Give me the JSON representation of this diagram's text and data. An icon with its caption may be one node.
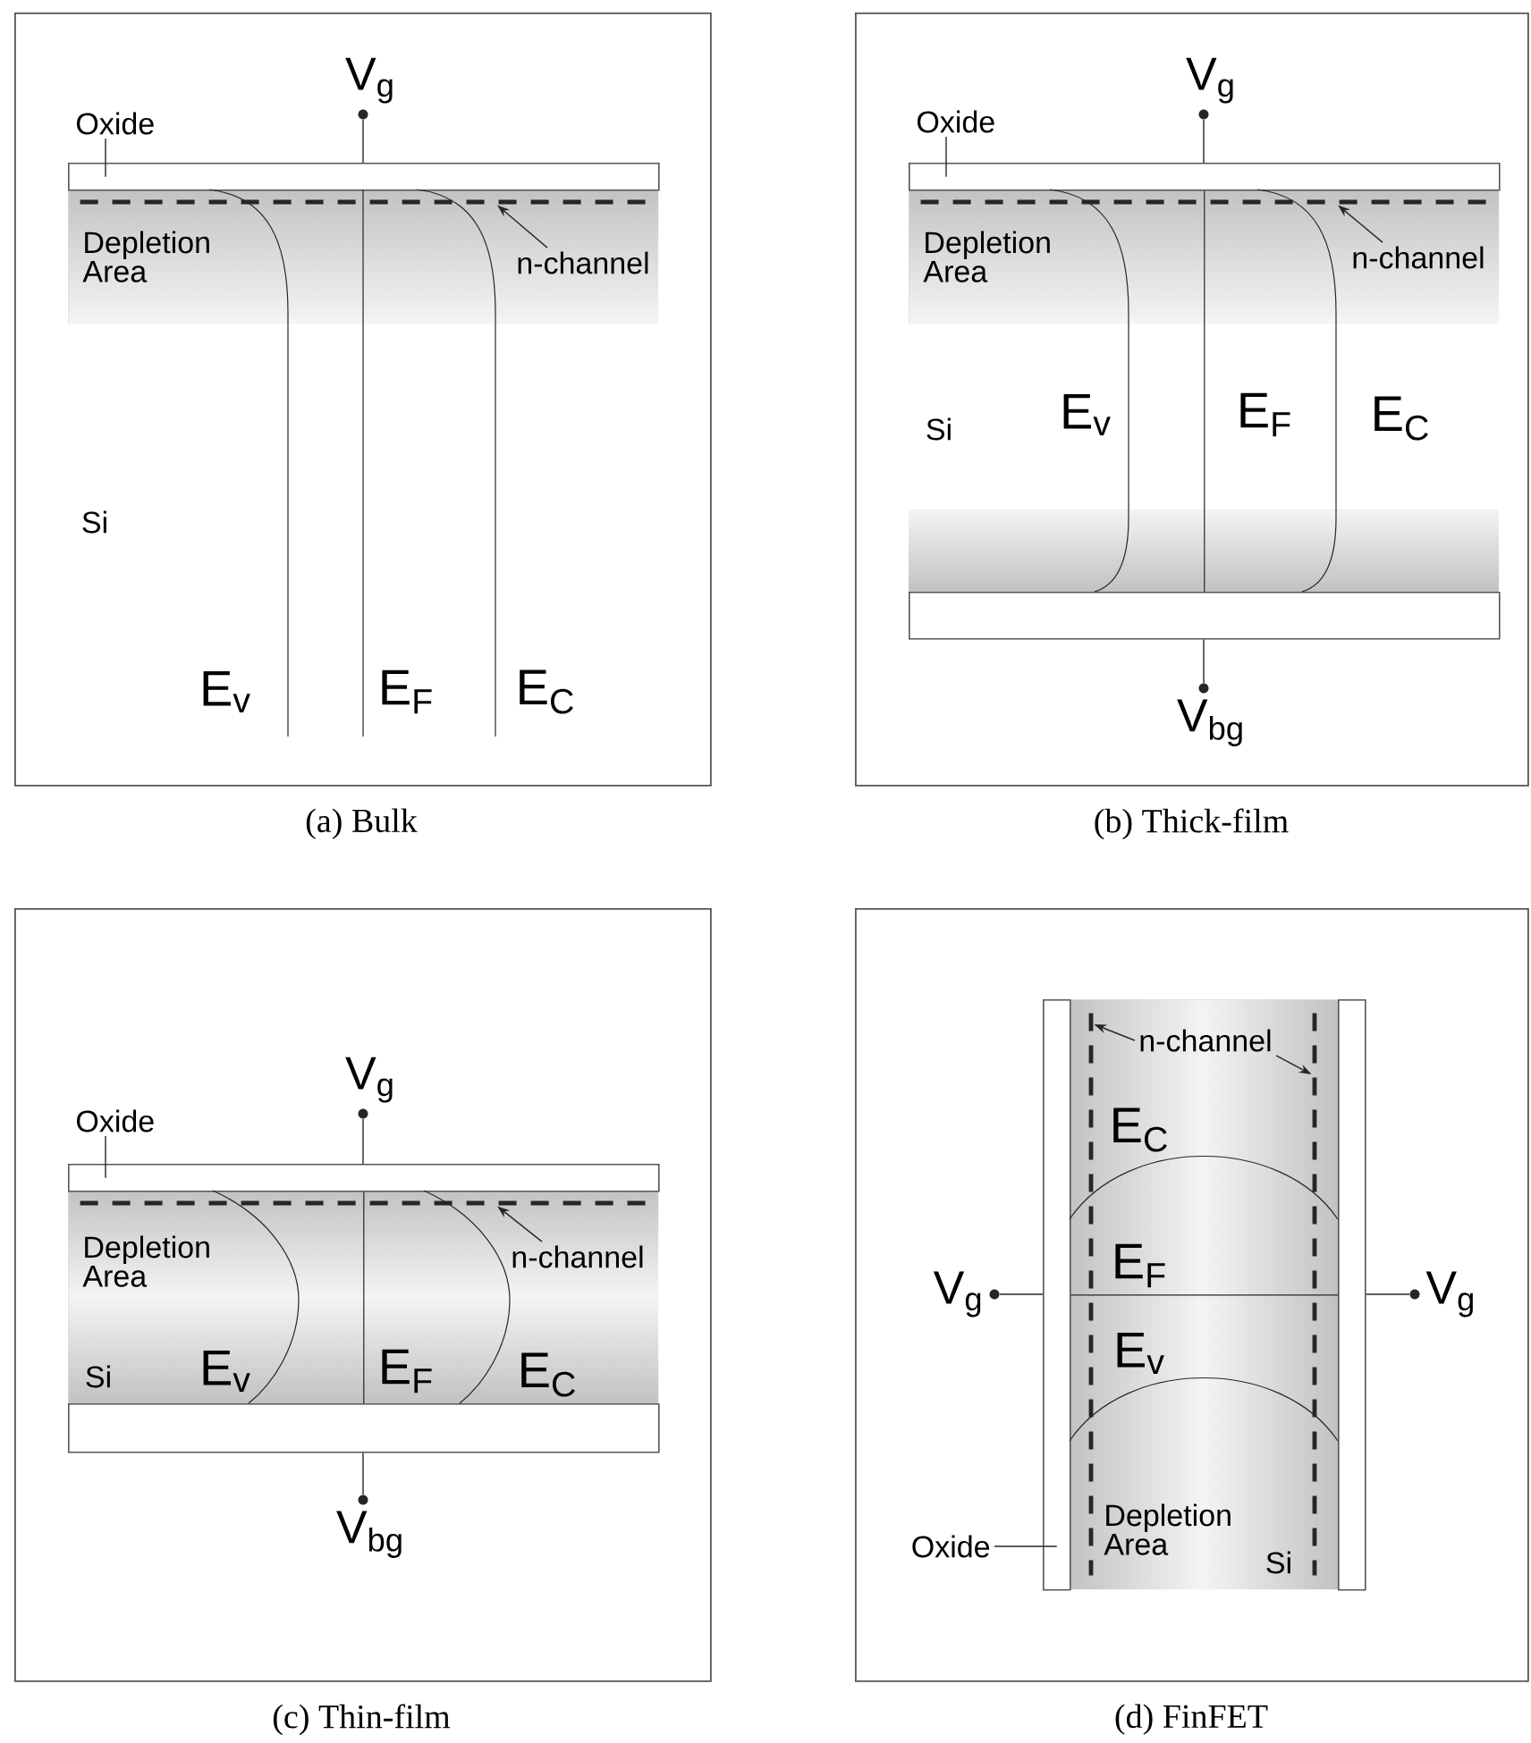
{
  "diagram": {
    "nodes": [
      {
        "text": [
          "(a) Bulk"
        ]
      },
      {
        "text": [],
        "shape": "circle",
        "beside": [
          "V$_{g}$"
        ],
        "in": 0
      },
      {
        "text": [
          "Oxide"
        ],
        "in": 0
      },
      {
        "text": [],
        "shape": "box",
        "in": 0
      },
      {
        "text": [
          "Depletion Area"
        ],
        "in": 0
      },
      {
        "text": [
          "n-channel"
        ],
        "in": 4
      },
      {
        "text": [
          "(b) Thick-film"
        ]
      },
      {
        "text": [],
        "shape": "circle",
        "beside": [
          "V$_{g}$"
        ],
        "in": 6
      },
      {
        "text": [
          "Oxide"
        ],
        "in": 6
      },
      {
        "text": [],
        "shape": "box",
        "in": 6
      },
      {
        "text": [
          "Depletion Area"
        ],
        "in": 6
      },
      {
        "text": [
          "n-channel"
        ],
        "in": 10
      },
      {
        "text": [],
        "shape": "box",
        "in": 6
      },
      {
        "text": [],
        "shape": "circle",
        "beside": [
          "V$_{bg}$"
        ],
        "in": 6
      },
      {
        "text": [
          "(c) Thin-film"
        ]
      },
      {
        "text": [],
        "shape": "circle",
        "beside": [
          "V$_{g}$"
        ],
        "in": 14
      },
      {
        "text": [
          "Oxide"
        ],
        "in": 14
      },
      {
        "text": [],
        "shape": "box",
        "in": 14
      },
      {
        "text": [
          "Depletion Area"
        ],
        "in": 14
      },
      {
        "text": [
          "n-channel"
        ],
        "in": 18
      },
      {
        "text": [],
        "shape": "box",
        "in": 14
      },
      {
        "text": [],
        "shape": "circle",
        "beside": [
          "V$_{bg}$"
        ],
        "in": 14
      },
      {
        "text": [
          "(d) FinFET"
        ]
      },
      {
        "text": [],
        "shape": "circle",
        "beside": [
          "V$_{g}$"
        ],
        "in": 22
      },
      {
        "text": [],
        "shape": "box",
        "in": 22
      },
      {
        "text": [
          "Depletion Area"
        ],
        "in": 22
      },
      {
        "text": [
          "n-channel"
        ],
        "in": 25
      },
      {
        "text": [],
        "shape": "box",
        "in": 22
      },
      {
        "text": [],
        "shape": "circle",
        "beside": [
          "V$_{g}$"
        ],
        "in": 22
      },
      {
        "text": [
          "Oxide"
        ],
        "in": 22
      },
      {
        "text": [],
        "shape": "line",
        "in": 4
      },
      {
        "text": [],
        "shape": "line",
        "in": 10
      },
      {
        "text": [],
        "shape": "line",
        "in": 18
      },
      {
        "text": [],
        "shape": "line",
        "in": 25
      },
      {
        "text": [],
        "shape": "line",
        "in": 25
      }
    ],
    "edges": [
      {
        "from": 1,
        "to": 3,
        "arrow": "none"
      },
      {
        "from": 2,
        "to": 3,
        "arrow": "none"
      },
      {
        "from": 5,
        "to": 30,
        "arrow": "to"
      },
      {
        "from": 7,
        "to": 9,
        "arrow": "none"
      },
      {
        "from": 8,
        "to": 9,
        "arrow": "none"
      },
      {
        "from": 11,
        "to": 31,
        "arrow": "to"
      },
      {
        "from": 13,
        "to": 12,
        "arrow": "none"
      },
      {
        "from": 15,
        "to": 17,
        "arrow": "none"
      },
      {
        "from": 16,
        "to": 17,
        "arrow": "none"
      },
      {
        "from": 19,
        "to": 32,
        "arrow": "to"
      },
      {
        "from": 21,
        "to": 20,
        "arrow": "none"
      },
      {
        "from": 23,
        "to": 24,
        "arrow": "none"
      },
      {
        "from": 28,
        "to": 27,
        "arrow": "none"
      },
      {
        "from": 29,
        "to": 24,
        "arrow": "none"
      },
      {
        "from": 26,
        "to": 33,
        "arrow": "to"
      },
      {
        "from": 26,
        "to": 34,
        "arrow": "to"
      },
      {
        "from": 9,
        "to": 12,
        "arrow": "none"
      },
      {
        "from": 17,
        "to": 20,
        "arrow": "none"
      },
      {
        "from": 24,
        "to": 27,
        "arrow": "none"
      }
    ],
    "labels": [
      "Si",
      "E$_{v}$",
      "E$_{F}$",
      "E$_{C}$",
      "Si",
      "E$_{v}$",
      "E$_{F}$",
      "E$_{C}$",
      "Si",
      "E$_{v}$",
      "E$_{F}$",
      "E$_{C}$",
      "E$_{C}$",
      "E$_{F}$",
      "E$_{v}$",
      "Si"
    ]
  }
}
